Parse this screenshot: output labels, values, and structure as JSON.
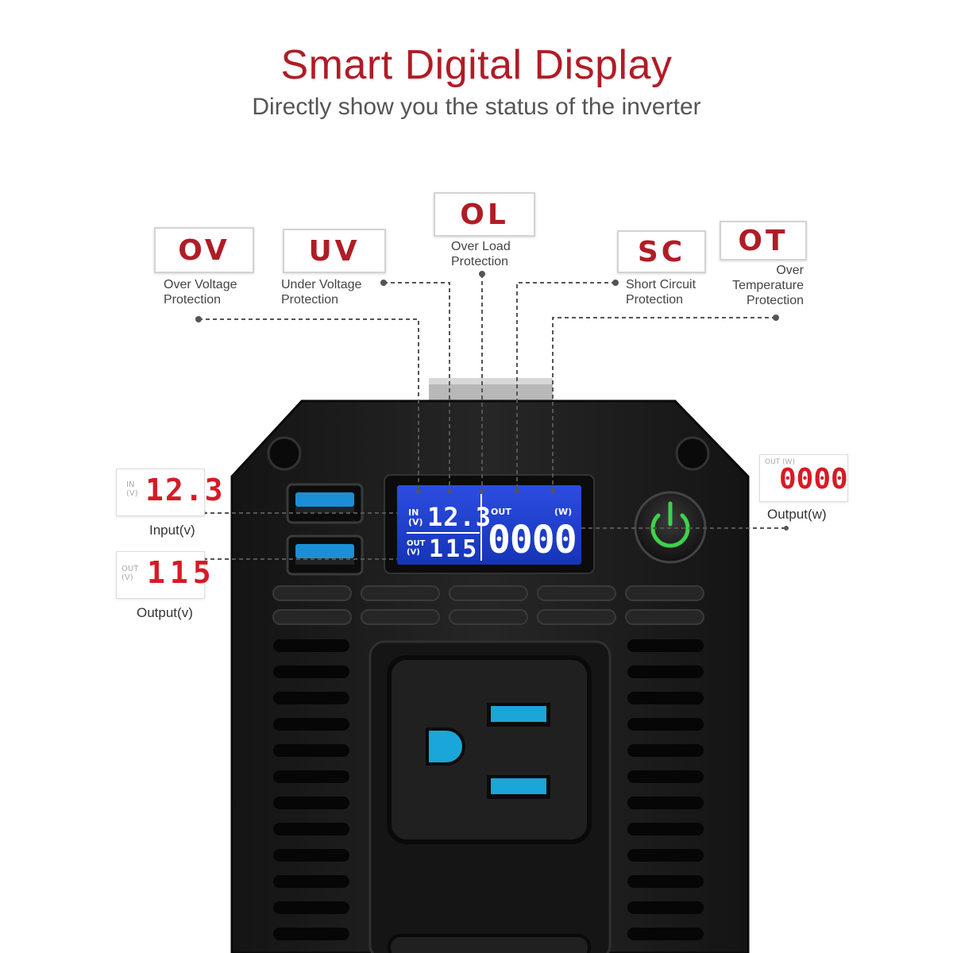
{
  "header": {
    "title": "Smart Digital Display",
    "subtitle": "Directly show you the status of the inverter"
  },
  "protections": {
    "ov": {
      "code": "OV",
      "line1": "Over Voltage",
      "line2": "Protection"
    },
    "uv": {
      "code": "UV",
      "line1": "Under Voltage",
      "line2": "Protection"
    },
    "ol": {
      "code": "OL",
      "line1": "Over Load",
      "line2": "Protection"
    },
    "sc": {
      "code": "SC",
      "line1": "Short Circuit",
      "line2": "Protection"
    },
    "ot": {
      "code": "OT",
      "line1": "Over",
      "line2": "Temperature",
      "line3": "Protection"
    }
  },
  "readouts": {
    "input": {
      "tag1": "IN",
      "tag2": "(V)",
      "value": "12.3",
      "label": "Input(v)"
    },
    "output_v": {
      "tag1": "OUT",
      "tag2": "(V)",
      "value": "115",
      "label": "Output(v)"
    },
    "output_w": {
      "tag1": "OUT",
      "tag2": "(W)",
      "value": "0000",
      "label": "Output(w)"
    }
  },
  "lcd": {
    "in_tag": "IN",
    "in_unit": "(V)",
    "in_value": "12.3",
    "out_tag": "OUT",
    "out_unit": "(V)",
    "out_value": "115",
    "right_tag": "OUT",
    "right_unit": "(W)",
    "right_value": "0000"
  },
  "colors": {
    "accent": "#b01c26",
    "lcd": "#1c3fd0",
    "device": "#1e1e1e",
    "power_ring": "#3fd14a",
    "outlet_slot": "#1aa6d8"
  },
  "icons": [
    "power-icon",
    "usb-port-icon",
    "ac-outlet-icon"
  ]
}
